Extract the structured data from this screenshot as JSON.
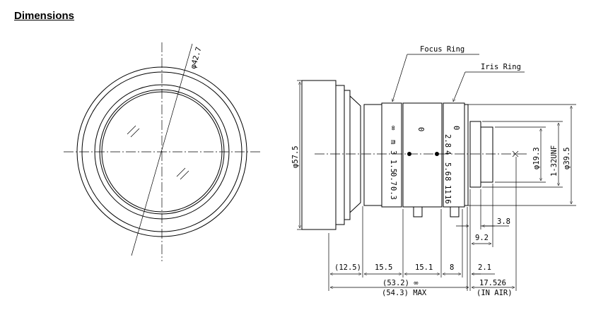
{
  "title": "Dimensions",
  "front_view": {
    "diameter_label": "φ42.7"
  },
  "side_view": {
    "callouts": {
      "focus_ring": "Focus Ring",
      "iris_ring": "Iris Ring"
    },
    "focus_scale": [
      "∞",
      "m",
      "3",
      "1.5",
      "0.7",
      "0.3"
    ],
    "focus_mark": "0",
    "iris_mark": "0",
    "iris_scale": [
      "2.8",
      "4",
      "5.6",
      "8",
      "11",
      "16"
    ],
    "dims": {
      "outer_dia": "φ57.5",
      "rear_dia": "φ39.5",
      "thread": "1-32UNF",
      "mount_dia": "φ19.3",
      "d_3_8": "3.8",
      "d_9_2": "9.2",
      "d_12_5": "(12.5)",
      "d_15_5": "15.5",
      "d_15_1": "15.1",
      "d_8": "8",
      "d_2_1": "2.1",
      "total_inf": "(53.2) ∞",
      "total_max": "(54.3) MAX",
      "flange": "17.526",
      "flange_note": "(IN AIR)"
    }
  }
}
